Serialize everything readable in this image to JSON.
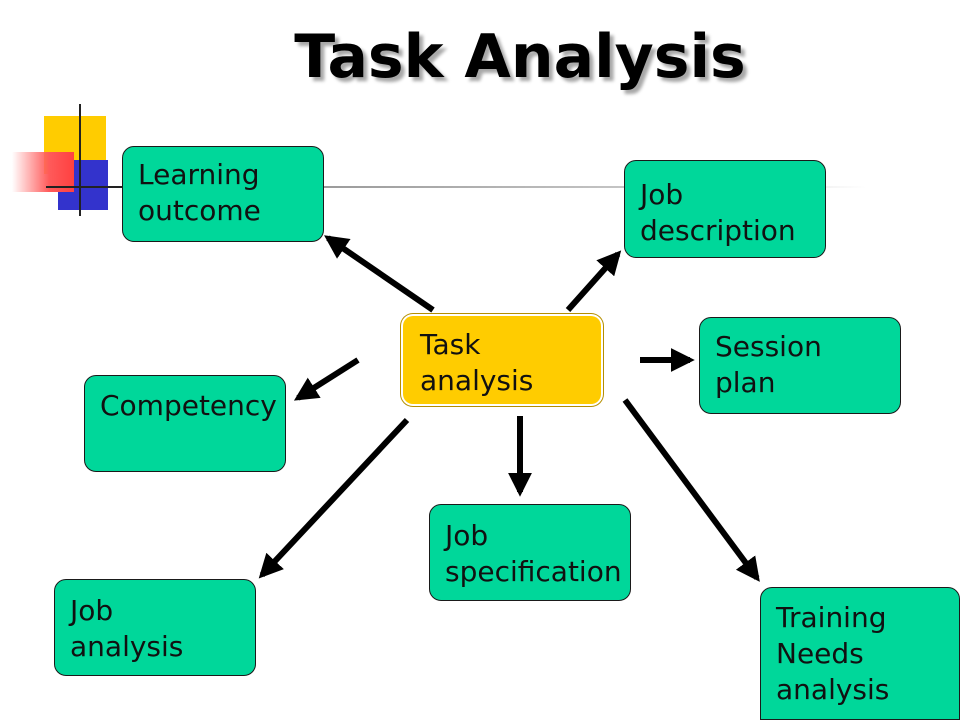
{
  "title": "Task Analysis",
  "center": {
    "label": "Task\n   analysis"
  },
  "nodes": {
    "learning_outcome": "Learning\noutcome",
    "job_description": "Job\ndescription",
    "session_plan": "Session\nplan",
    "competency": "Competency",
    "job_specification": "Job\nspecification",
    "job_analysis": "Job\nanalysis",
    "training_needs_analysis": "Training\nNeeds\nanalysis"
  },
  "colors": {
    "node_fill": "#00d79a",
    "center_fill": "#ffcc00",
    "arrow": "#000000"
  }
}
